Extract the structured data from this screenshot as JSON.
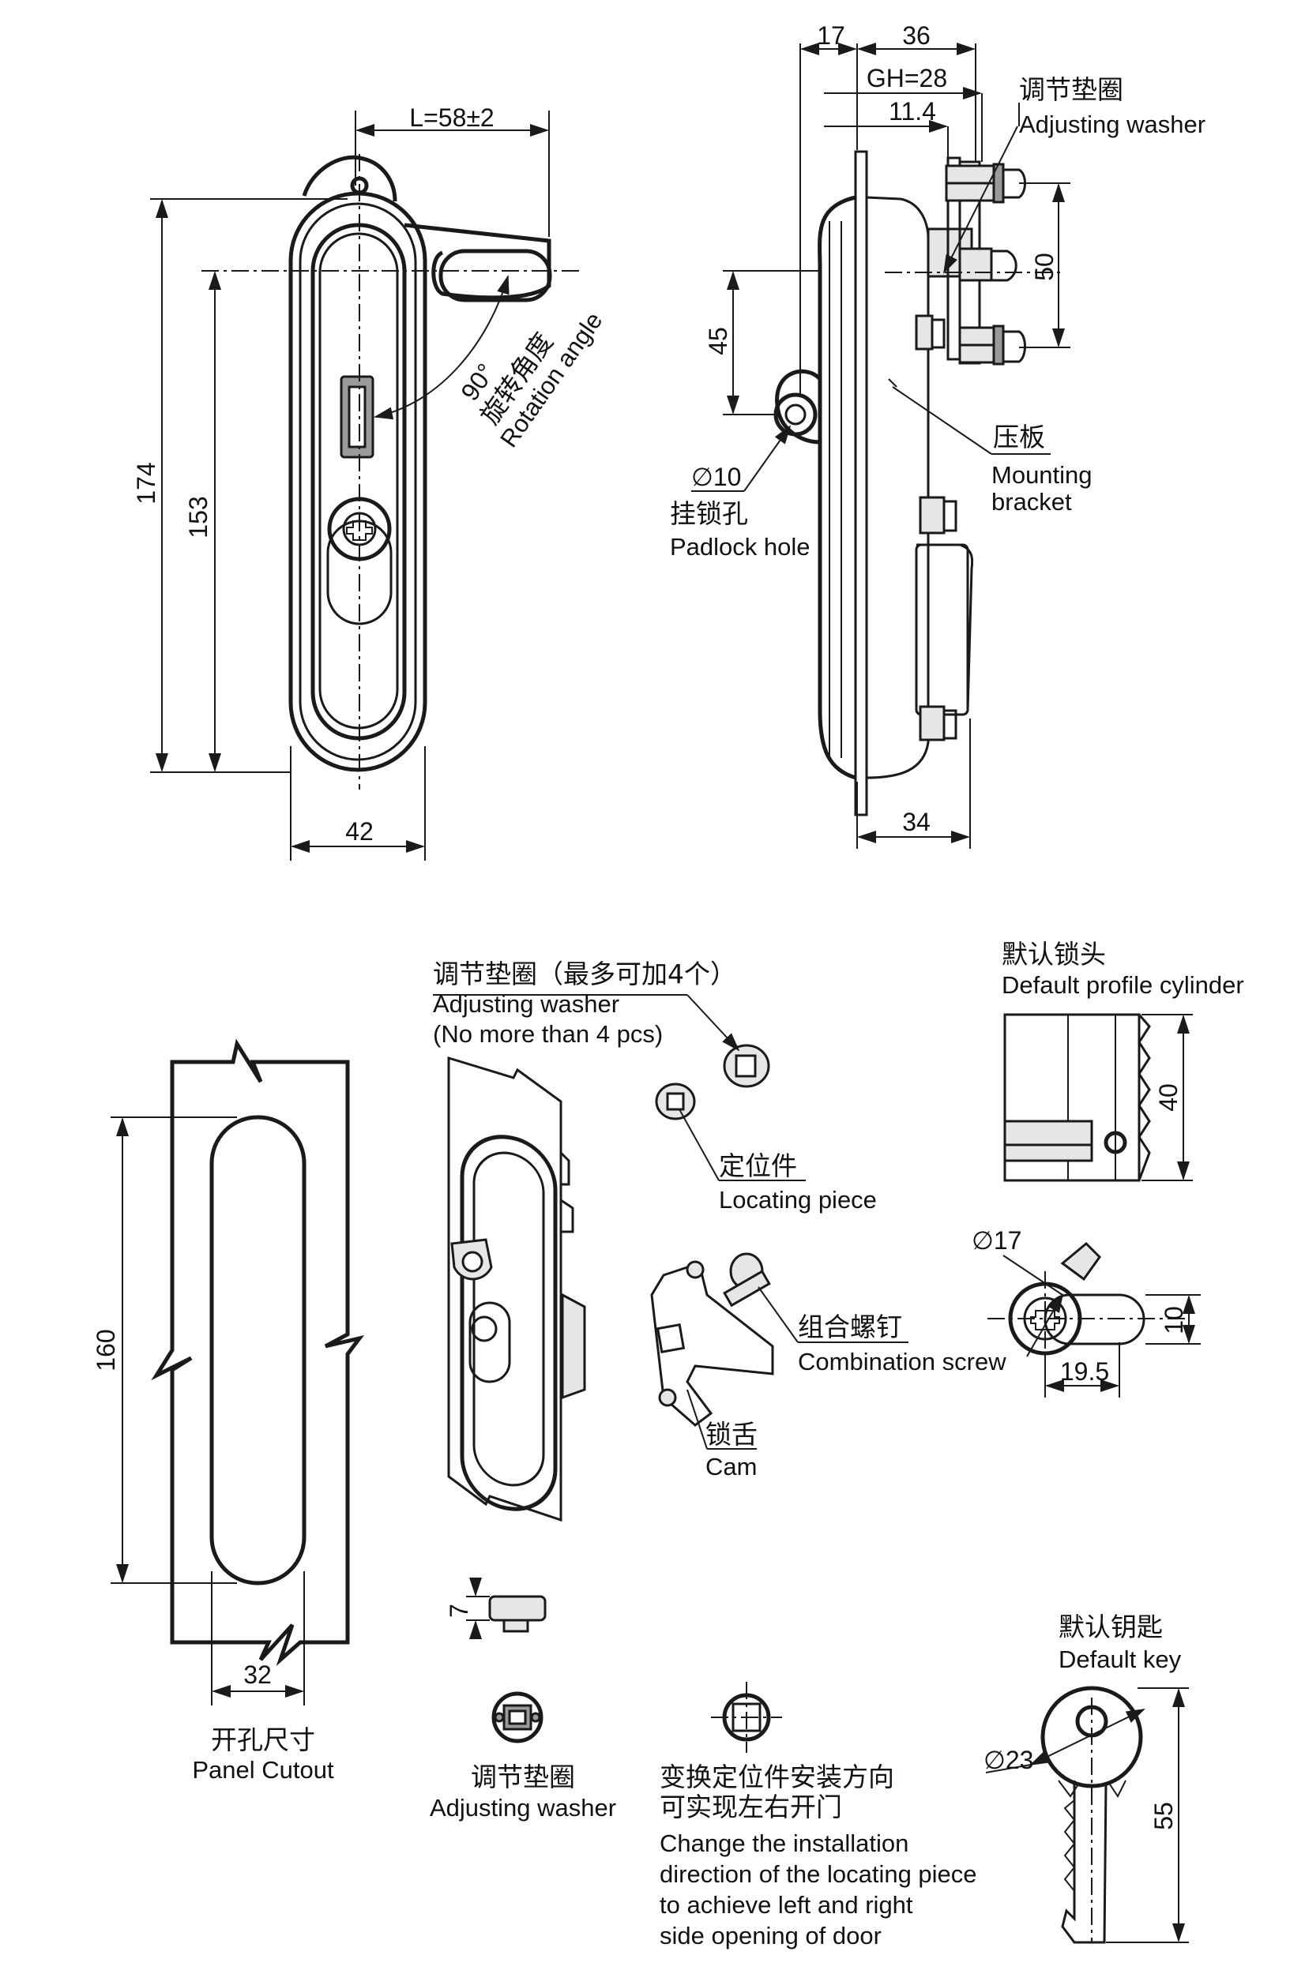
{
  "front_view": {
    "dim_length": "L=58±2",
    "dim_height_total": "174",
    "dim_height_inner": "153",
    "dim_width": "42",
    "rotation_degree": "90°",
    "rotation_cn": "旋转角度",
    "rotation_en": "Rotation angle"
  },
  "side_view": {
    "dim_17": "17",
    "dim_36": "36",
    "dim_gh": "GH=28",
    "dim_11_4": "11.4",
    "dim_50": "50",
    "dim_45": "45",
    "dim_34": "34",
    "dim_padlock_diameter": "∅10",
    "adjusting_washer_cn": "调节垫圈",
    "adjusting_washer_en": "Adjusting washer",
    "mounting_bracket_cn": "压板",
    "mounting_bracket_en_1": "Mounting",
    "mounting_bracket_en_2": "bracket",
    "padlock_hole_cn": "挂锁孔",
    "padlock_hole_en": "Padlock hole"
  },
  "panel_cutout": {
    "dim_height": "160",
    "dim_width": "32",
    "label_cn": "开孔尺寸",
    "label_en": "Panel Cutout"
  },
  "exploded_view": {
    "washer_max_cn": "调节垫圈（最多可加4个）",
    "washer_max_en_1": "Adjusting washer",
    "washer_max_en_2": "(No more than 4 pcs)",
    "locating_piece_cn": "定位件",
    "locating_piece_en": "Locating piece",
    "combination_screw_cn": "组合螺钉",
    "combination_screw_en": "Combination screw",
    "cam_cn": "锁舌",
    "cam_en": "Cam"
  },
  "washer_detail": {
    "dim_thickness": "7",
    "label_cn": "调节垫圈",
    "label_en": "Adjusting washer"
  },
  "locating_note": {
    "line_cn_1": "变换定位件安装方向",
    "line_cn_2": "可实现左右开门",
    "line_en_1": "Change the installation",
    "line_en_2": "direction of the locating piece",
    "line_en_3": "to achieve left and right",
    "line_en_4": "side opening of door"
  },
  "cylinder": {
    "label_cn": "默认锁头",
    "label_en": "Default profile cylinder",
    "dim_height": "40",
    "dim_diameter": "∅17",
    "dim_width": "10",
    "dim_length": "19.5"
  },
  "key": {
    "label_cn": "默认钥匙",
    "label_en": "Default key",
    "dim_diameter": "∅23",
    "dim_length": "55"
  }
}
